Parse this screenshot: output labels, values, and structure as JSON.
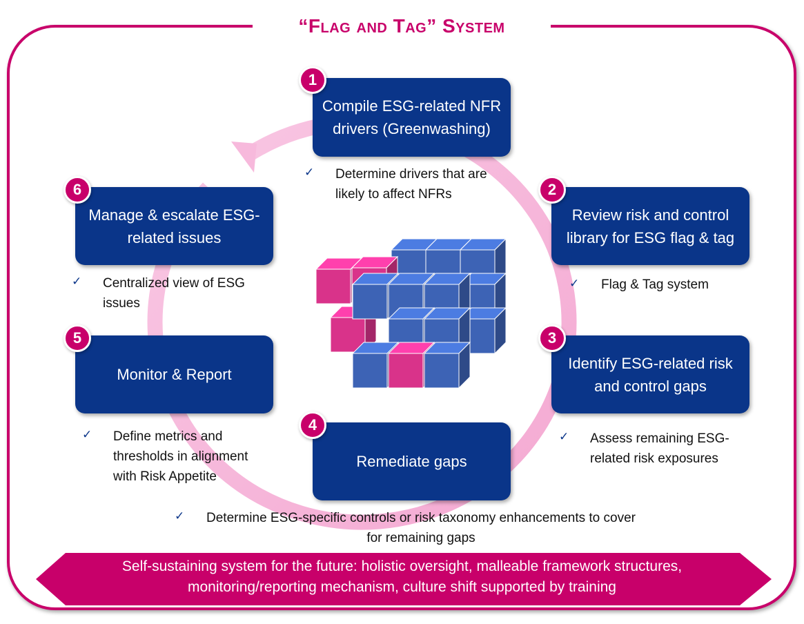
{
  "title": "“Flag and Tag” System",
  "steps": [
    {
      "number": "1",
      "label": "Compile ESG-related NFR drivers (Greenwashing)",
      "note": "Determine drivers that are likely to affect NFRs"
    },
    {
      "number": "2",
      "label": "Review risk and control library for ESG flag & tag",
      "note": "Flag & Tag system"
    },
    {
      "number": "3",
      "label": "Identify ESG-related risk and control gaps",
      "note": "Assess remaining ESG-related risk exposures"
    },
    {
      "number": "4",
      "label": "Remediate gaps",
      "note": "Determine ESG-specific controls or risk taxonomy enhancements to cover for remaining gaps"
    },
    {
      "number": "5",
      "label": "Monitor & Report",
      "note": "Define metrics and thresholds in alignment with Risk Appetite"
    },
    {
      "number": "6",
      "label": "Manage & escalate ESG-related issues",
      "note": "Centralized view of ESG issues"
    }
  ],
  "check_mark": "✓",
  "banner": "Self-sustaining system for the future: holistic oversight, malleable framework structures, monitoring/reporting mechanism, culture shift supported by training",
  "colors": {
    "accent": "#c8006a",
    "box": "#0a3589",
    "cycle_ring": "#f7b9dc",
    "cube_blue": "#3d63b5",
    "cube_pink": "#d9338a"
  }
}
